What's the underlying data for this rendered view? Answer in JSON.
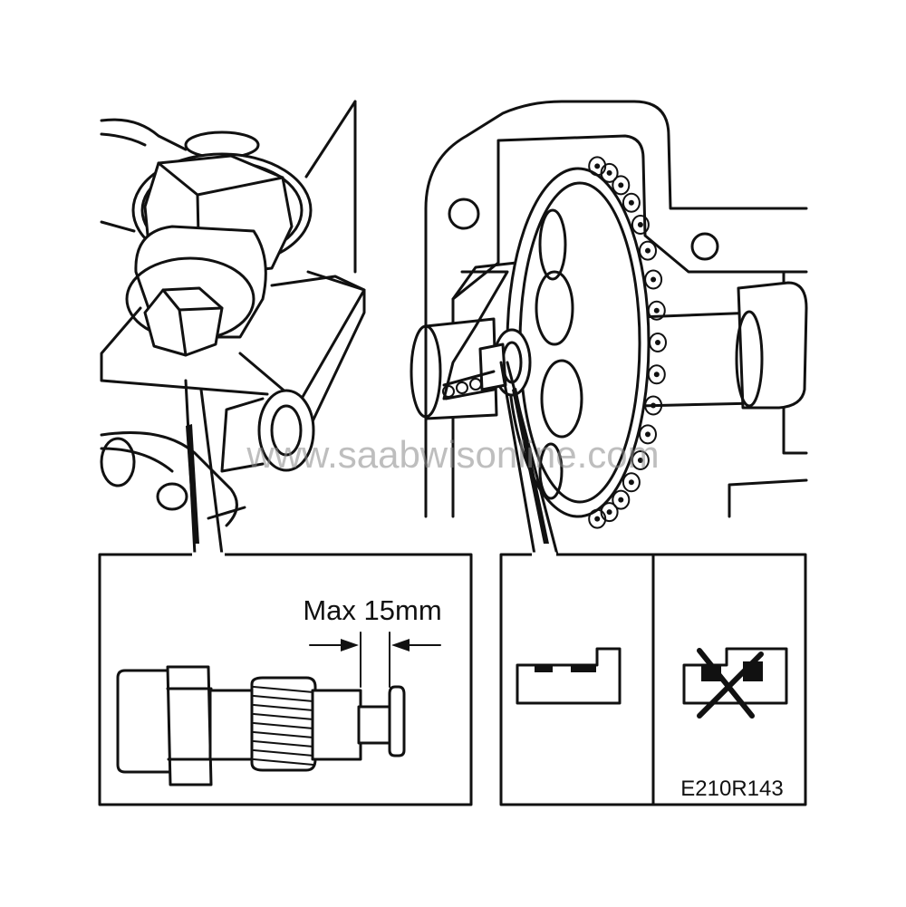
{
  "watermark": "www.saabwisonline.com",
  "measurement_label": "Max 15mm",
  "figure_code": "E210R143",
  "icons": {
    "tensioner_view": "chain-tensioner-illustration",
    "sprocket_view": "camshaft-sprocket-chain-illustration",
    "tensioner_detail": "tensioner-plunger-icon",
    "correct_position": "correct-notch-icon",
    "incorrect_position": "incorrect-notch-crossed-icon"
  }
}
